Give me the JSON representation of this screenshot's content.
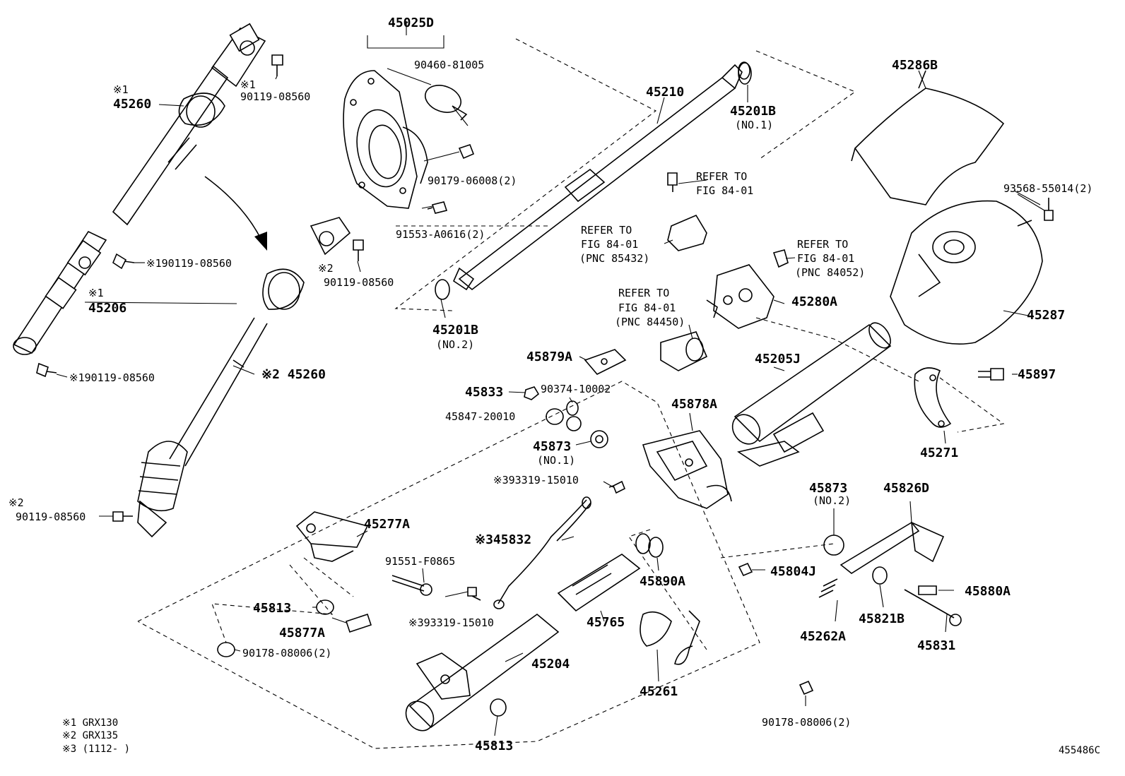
{
  "labels": {
    "l45025D": "45025D",
    "l90460": "90460-81005",
    "l90179": "90179-06008(2)",
    "l91553": "91553-A0616(2)",
    "l45210": "45210",
    "l45201B_1": "45201B",
    "l45201B_1n": "(NO.1)",
    "l45201B_2": "45201B",
    "l45201B_2n": "(NO.2)",
    "l45286B": "45286B",
    "l93568": "93568-55014(2)",
    "l45287": "45287",
    "l45897": "45897",
    "l45271": "45271",
    "ref1a": "REFER TO",
    "ref1b": "FIG 84-01",
    "ref2a": "REFER TO",
    "ref2b": "FIG 84-01",
    "ref2c": "(PNC 85432)",
    "ref3a": "REFER TO",
    "ref3b": "FIG 84-01",
    "ref3c": "(PNC 84052)",
    "ref4a": "REFER TO",
    "ref4b": "FIG 84-01",
    "ref4c": "(PNC 84450)",
    "l45280A": "45280A",
    "l45205J": "45205J",
    "l45879A": "45879A",
    "l45833": "45833",
    "l90374": "90374-10002",
    "l45847": "45847-20010",
    "l45878A": "45878A",
    "l45873_1": "45873",
    "l45873_1n": "(NO.1)",
    "l45873_2": "45873",
    "l45873_2n": "(NO.2)",
    "l93319_a": "※393319-15010",
    "l45832": "※345832",
    "l93319_b": "※393319-15010",
    "l45826D": "45826D",
    "l45804J": "45804J",
    "l45880A": "45880A",
    "l45821B": "45821B",
    "l45831": "45831",
    "l45262A": "45262A",
    "l45890A": "45890A",
    "l45765": "45765",
    "l45261": "45261",
    "l45204": "45204",
    "l45277A": "45277A",
    "l91551": "91551-F0865",
    "l45813_a": "45813",
    "l45877A": "45877A",
    "l90178_a": "90178-08006(2)",
    "l45813_b": "45813",
    "l90178_b": "90178-08006(2)",
    "l45260_1m": "※1",
    "l45260_1": "45260",
    "l90119_a_m": "※1",
    "l90119_a": "90119-08560",
    "l90119_b": "※190119-08560",
    "l45206_m": "※1",
    "l45206": "45206",
    "l90119_c": "※190119-08560",
    "l90119_d_m": "※2",
    "l90119_d": "90119-08560",
    "l45260_2": "※2 45260",
    "l90119_e_m": "※2",
    "l90119_e": "90119-08560",
    "note1": "※1 GRX130",
    "note2": "※2 GRX135",
    "note3": "※3 (1112-        )",
    "figcode": "455486C"
  }
}
